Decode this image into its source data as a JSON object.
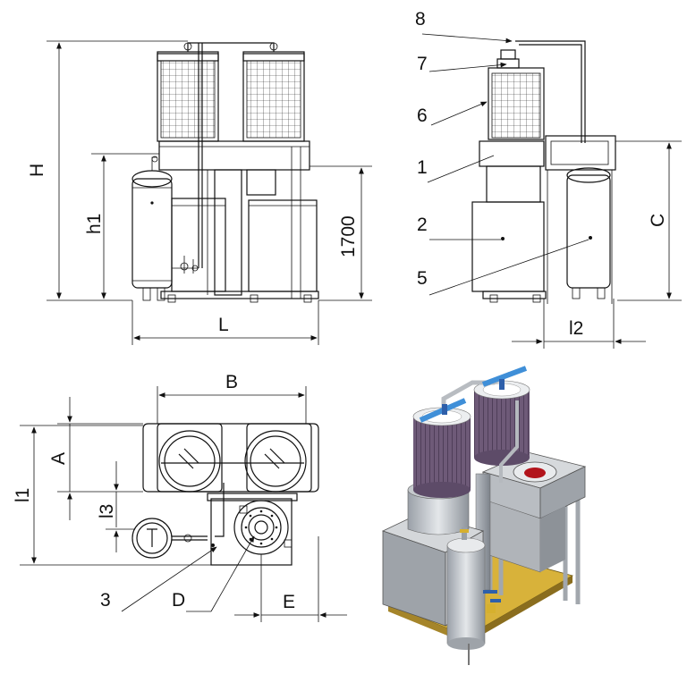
{
  "views": {
    "front": {
      "dim_H": "H",
      "dim_h1": "h1",
      "dim_1700": "1700",
      "dim_L": "L"
    },
    "side": {
      "callouts": [
        "8",
        "7",
        "6",
        "1",
        "2",
        "5"
      ],
      "dim_C": "C",
      "dim_l2": "l2"
    },
    "top": {
      "dim_B": "B",
      "dim_A": "A",
      "dim_l1": "l1",
      "dim_l3": "l3",
      "callout_3": "3",
      "callout_D": "D",
      "dim_E": "E"
    }
  }
}
